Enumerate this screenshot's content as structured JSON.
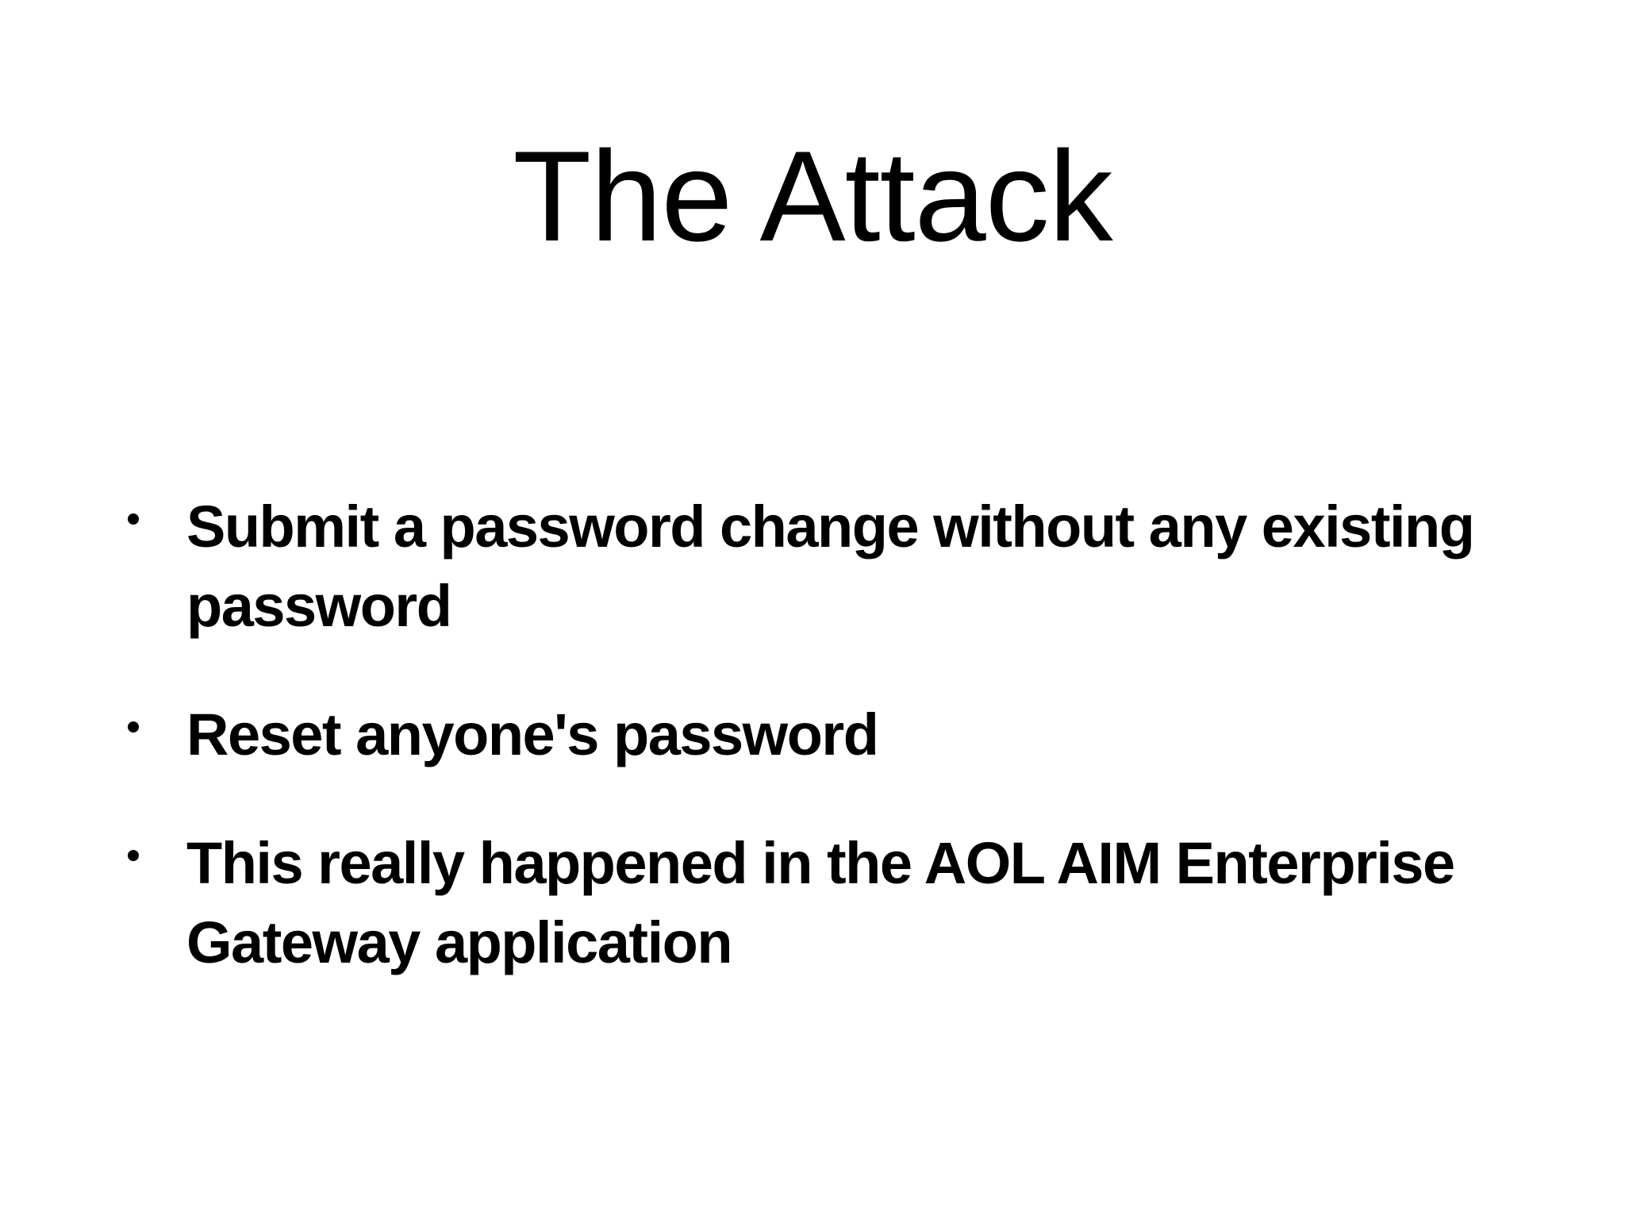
{
  "slide": {
    "title": "The Attack",
    "bullets": [
      "Submit a password change without any existing password",
      "Reset anyone's password",
      "This really happened in the AOL AIM Enterprise Gateway application"
    ]
  },
  "colors": {
    "background": "#ffffff",
    "text": "#000000"
  }
}
